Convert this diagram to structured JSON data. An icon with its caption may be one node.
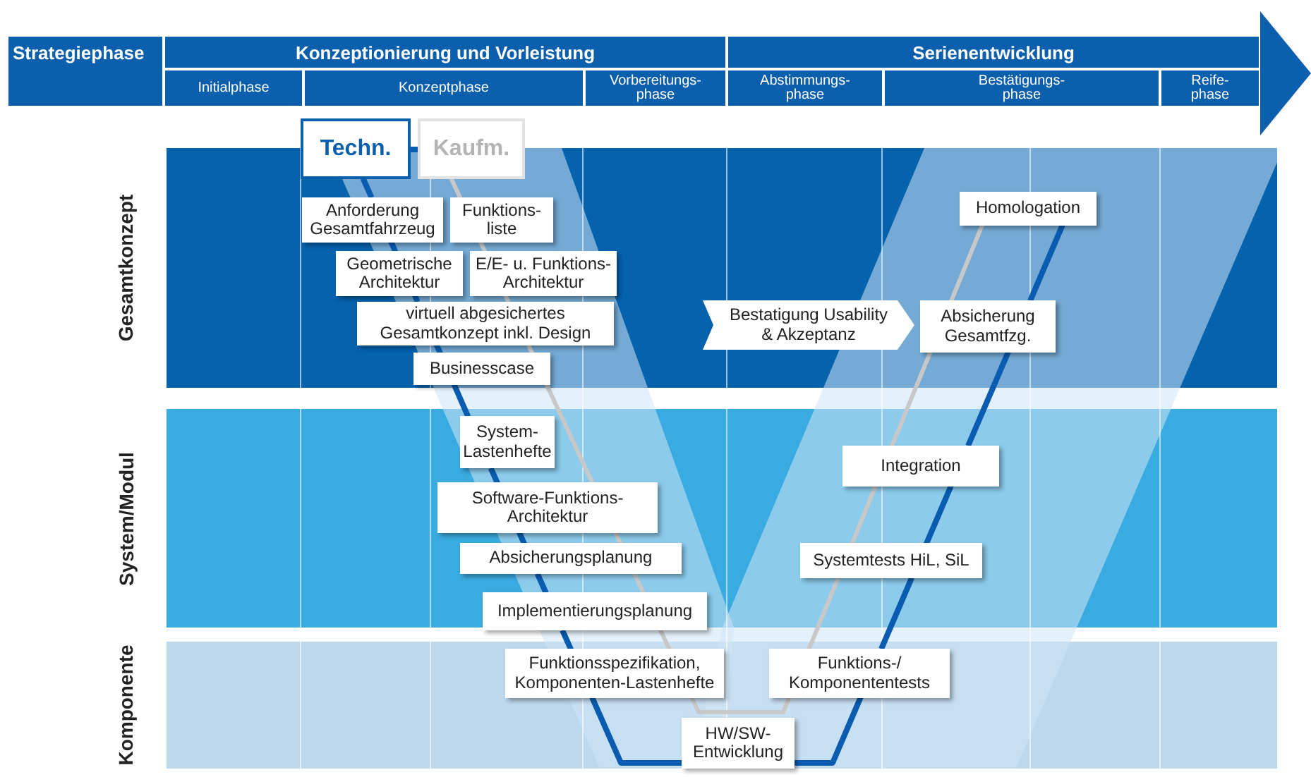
{
  "diagram": {
    "nodes": [
      {
        "text": [],
        "shape": "arrow"
      },
      {
        "text": [
          "Strategiephase"
        ],
        "in": 0
      },
      {
        "text": [
          "Konzeptionierung und Vorleistung"
        ],
        "in": 0
      },
      {
        "text": [
          "Serienentwicklung"
        ],
        "in": 0
      },
      {
        "text": [
          "Initialphase"
        ],
        "in": 0
      },
      {
        "text": [
          "Konzeptphase"
        ],
        "in": 0
      },
      {
        "text": [
          "Vorbereitungs- phase"
        ],
        "in": 0
      },
      {
        "text": [
          "Abstimmungs- phase"
        ],
        "in": 0
      },
      {
        "text": [
          "Bestätigungs- phase"
        ],
        "in": 0
      },
      {
        "text": [
          "Reife- phase"
        ],
        "in": 0
      },
      {
        "text": [
          "Techn."
        ]
      },
      {
        "text": [
          "Kaufm."
        ]
      },
      {
        "text": [
          "Gesamtkonzept"
        ]
      },
      {
        "text": [
          "Anforderung Gesamtfahrzeug"
        ],
        "in": 12
      },
      {
        "text": [
          "Funktions- liste"
        ],
        "in": 12
      },
      {
        "text": [
          "Geometrische Architektur"
        ],
        "in": 12
      },
      {
        "text": [
          "E/E- u. Funktions- Architektur"
        ],
        "in": 12
      },
      {
        "text": [
          "virtuell abgesichertes Gesamtkonzept inkl. Design"
        ],
        "in": 12
      },
      {
        "text": [
          "Businesscase"
        ],
        "in": 12
      },
      {
        "text": [
          "Homologation"
        ],
        "in": 12
      },
      {
        "text": [
          "Bestatigung Usability & Akzeptanz"
        ],
        "in": 12
      },
      {
        "text": [
          "Absicherung Gesamtfzg."
        ],
        "in": 12
      },
      {
        "text": [
          "System/Modul"
        ]
      },
      {
        "text": [
          "System- Lastenhefte"
        ],
        "in": 22
      },
      {
        "text": [
          "Software-Funktions- Architektur"
        ],
        "in": 22
      },
      {
        "text": [
          "Integration"
        ],
        "in": 22
      },
      {
        "text": [
          "Absicherungsplanung"
        ],
        "in": 22
      },
      {
        "text": [
          "Systemtests HiL, SiL"
        ],
        "in": 22
      },
      {
        "text": [
          "Implementierungsplanung"
        ],
        "in": 22
      },
      {
        "text": [
          "Komponente"
        ]
      },
      {
        "text": [
          "Funktionsspezifikation, Komponenten-Lastenhefte"
        ],
        "in": 29
      },
      {
        "text": [
          "Funktions-/ Komponententests"
        ],
        "in": 29
      },
      {
        "text": [
          "HW/SW- Entwicklung"
        ],
        "in": 29
      }
    ],
    "edges": [
      {
        "from": 10,
        "to": 11,
        "arrow": "none"
      },
      {
        "from": 10,
        "to": 13,
        "arrow": "none"
      },
      {
        "from": 13,
        "to": 15,
        "arrow": "none"
      },
      {
        "from": 15,
        "to": 17,
        "arrow": "none"
      },
      {
        "from": 17,
        "to": 18,
        "arrow": "none"
      },
      {
        "from": 18,
        "to": 23,
        "arrow": "none"
      },
      {
        "from": 23,
        "to": 24,
        "arrow": "none"
      },
      {
        "from": 24,
        "to": 26,
        "arrow": "none"
      },
      {
        "from": 26,
        "to": 28,
        "arrow": "none"
      },
      {
        "from": 28,
        "to": 30,
        "arrow": "none"
      },
      {
        "from": 30,
        "to": 32,
        "arrow": "none"
      },
      {
        "from": 32,
        "to": 31,
        "arrow": "none"
      },
      {
        "from": 31,
        "to": 27,
        "arrow": "none"
      },
      {
        "from": 27,
        "to": 25,
        "arrow": "none"
      },
      {
        "from": 25,
        "to": 21,
        "arrow": "none"
      },
      {
        "from": 21,
        "to": 19,
        "arrow": "none"
      },
      {
        "from": 11,
        "to": 14,
        "arrow": "none",
        "color": "#c8c8c8"
      },
      {
        "from": 14,
        "to": 16,
        "arrow": "none",
        "color": "#c8c8c8"
      },
      {
        "from": 16,
        "to": 17,
        "arrow": "none",
        "color": "#c8c8c8"
      },
      {
        "from": 17,
        "to": 18,
        "arrow": "none",
        "color": "#c8c8c8"
      },
      {
        "from": 18,
        "to": 24,
        "arrow": "none",
        "color": "#c8c8c8"
      },
      {
        "from": 24,
        "to": 26,
        "arrow": "none",
        "color": "#c8c8c8"
      },
      {
        "from": 26,
        "to": 28,
        "arrow": "none",
        "color": "#c8c8c8"
      },
      {
        "from": 28,
        "to": 30,
        "arrow": "none",
        "color": "#c8c8c8"
      },
      {
        "from": 30,
        "to": 31,
        "arrow": "none",
        "color": "#c8c8c8"
      },
      {
        "from": 31,
        "to": 27,
        "arrow": "none",
        "color": "#c8c8c8"
      },
      {
        "from": 27,
        "to": 25,
        "arrow": "none",
        "color": "#c8c8c8"
      },
      {
        "from": 25,
        "to": 21,
        "arrow": "none",
        "color": "#c8c8c8"
      },
      {
        "from": 21,
        "to": 19,
        "arrow": "none",
        "color": "#c8c8c8"
      }
    ]
  }
}
